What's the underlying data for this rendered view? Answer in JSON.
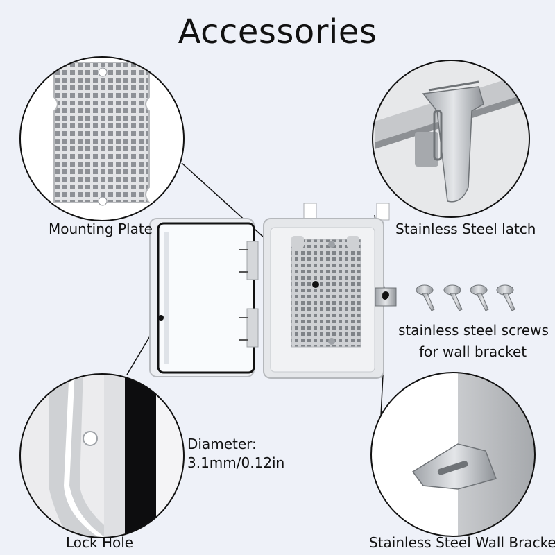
{
  "title": "Accessories",
  "labels": {
    "mounting_plate": "Mounting Plate",
    "latch": "Stainless Steel latch",
    "screws_line1": "stainless steel screws",
    "screws_line2": "for wall bracket",
    "diameter_line1": "Diameter:",
    "diameter_line2": "3.1mm/0.12in",
    "lock_hole": "Lock Hole",
    "wall_bracket": "Stainless Steel Wall Bracket"
  },
  "colors": {
    "background": "#eef1f8",
    "enclosure": "#e9ebee",
    "plate": "#dcdde0",
    "steel": "#b9bcc0",
    "text": "#111111"
  },
  "icons": [
    "screw-icon",
    "latch-icon",
    "wall-bracket-icon",
    "mounting-plate-icon",
    "lock-hole-icon"
  ]
}
